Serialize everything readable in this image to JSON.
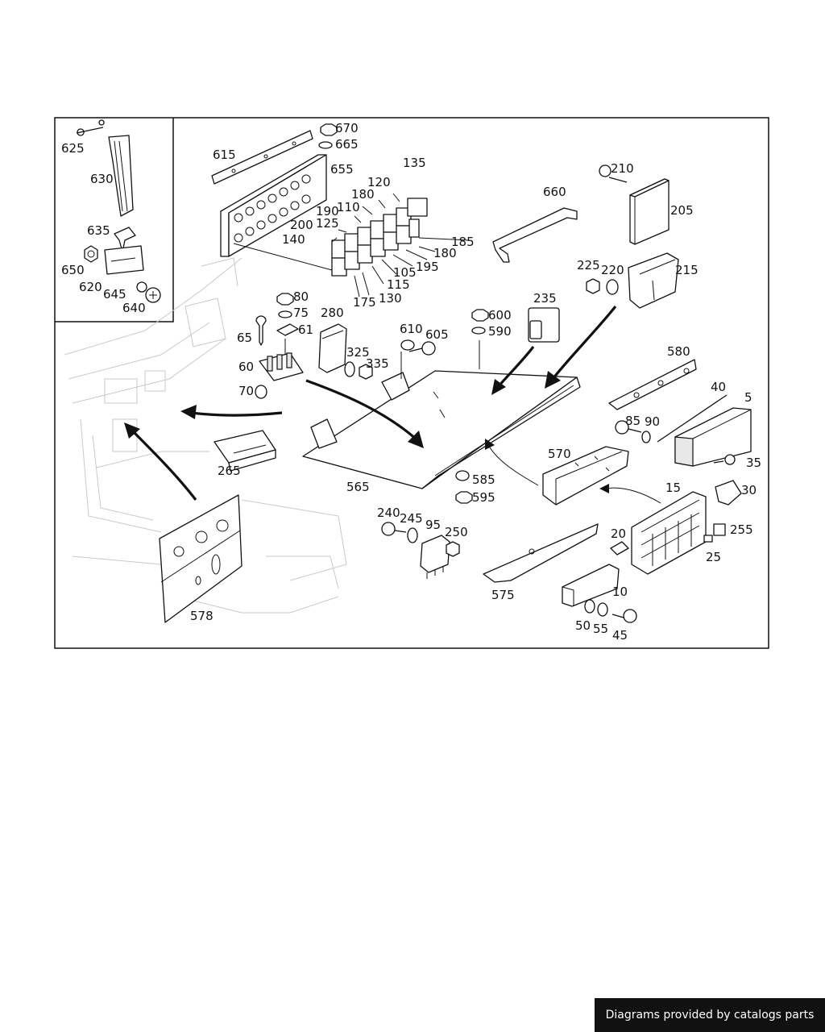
{
  "footer": {
    "text": "Diagrams provided by catalogs parts"
  },
  "labels": {
    "l625": "625",
    "l630": "630",
    "l635": "635",
    "l650": "650",
    "l620": "620",
    "l645": "645",
    "l640": "640",
    "l615": "615",
    "l670": "670",
    "l665": "665",
    "l655": "655",
    "l135": "135",
    "l120": "120",
    "l180a": "180",
    "l190": "190",
    "l110": "110",
    "l200": "200",
    "l125": "125",
    "l140": "140",
    "l185": "185",
    "l180b": "180",
    "l195": "195",
    "l105": "105",
    "l115": "115",
    "l175": "175",
    "l130": "130",
    "l660": "660",
    "l210": "210",
    "l205": "205",
    "l225": "225",
    "l220": "220",
    "l215": "215",
    "l80": "80",
    "l75": "75",
    "l61": "61",
    "l280": "280",
    "l65": "65",
    "l60": "60",
    "l70": "70",
    "l325": "325",
    "l335": "335",
    "l610": "610",
    "l605": "605",
    "l600": "600",
    "l590": "590",
    "l235": "235",
    "l580": "580",
    "l40": "40",
    "l5": "5",
    "l85": "85",
    "l90": "90",
    "l265": "265",
    "l565": "565",
    "l570": "570",
    "l585": "585",
    "l595": "595",
    "l35": "35",
    "l15": "15",
    "l30": "30",
    "l240": "240",
    "l245": "245",
    "l95": "95",
    "l250": "250",
    "l20": "20",
    "l255": "255",
    "l25": "25",
    "l578": "578",
    "l575": "575",
    "l10": "10",
    "l50": "50",
    "l55": "55",
    "l45": "45"
  }
}
